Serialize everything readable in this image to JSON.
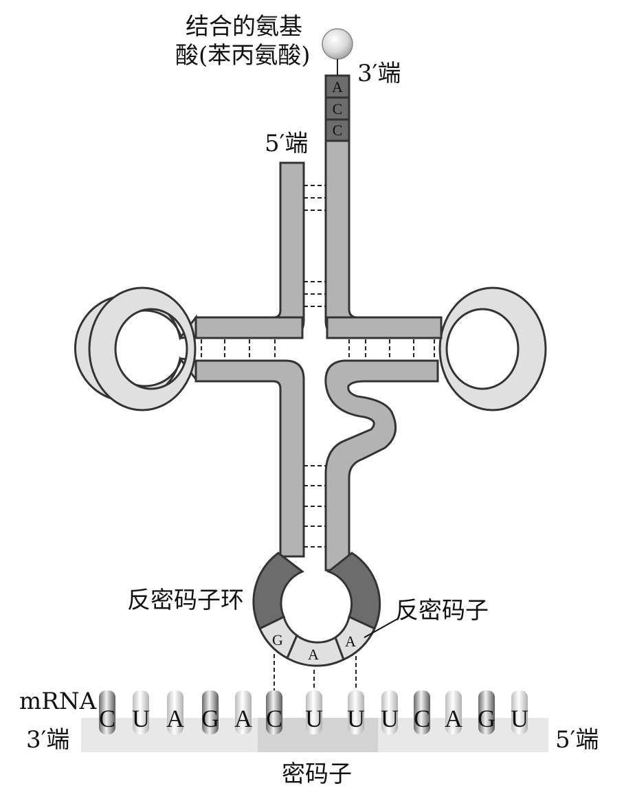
{
  "labels": {
    "amino_acid_line1": "结合的氨基",
    "amino_acid_line2": "酸(苯丙氨酸)",
    "trna_3_end": "3′端",
    "trna_5_end": "5′端",
    "anticodon_loop": "反密码子环",
    "anticodon": "反密码子",
    "mrna": "mRNA",
    "mrna_3_end": "3′端",
    "mrna_5_end": "5′端",
    "codon": "密码子"
  },
  "acceptor_stem": [
    "A",
    "C",
    "C"
  ],
  "anticodon_bases": [
    "G",
    "A",
    "A"
  ],
  "mrna_bases": [
    "C",
    "U",
    "A",
    "G",
    "A",
    "C",
    "U",
    "U",
    "U",
    "C",
    "A",
    "G",
    "U"
  ],
  "colors": {
    "strand": "#b3b3b3",
    "loop": "#e0e0e0",
    "dark_segment": "#6c6c6c",
    "mrna_band": "#e8e8e8",
    "codon_highlight": "#d4d4d4"
  }
}
